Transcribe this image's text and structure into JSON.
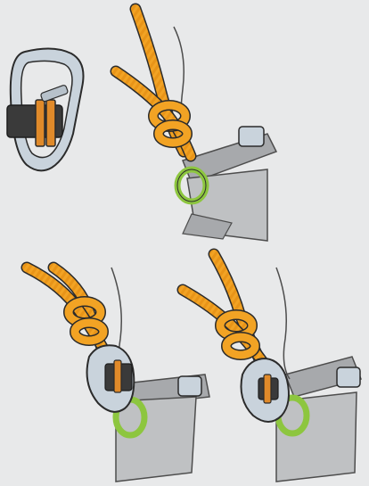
{
  "illustration": {
    "panels": [
      {
        "id": "carabiner-detail",
        "caption": ""
      },
      {
        "id": "figure-eight-tie-in",
        "caption": ""
      },
      {
        "id": "figure-eight-with-carabiner",
        "caption": ""
      },
      {
        "id": "figure-eight-with-carabiner-locked",
        "caption": ""
      }
    ],
    "colors": {
      "background": "#e8e9ea",
      "rope": "#f2a324",
      "rope_dark": "#c97a12",
      "webbing": "#a7a9ac",
      "webbing_dark": "#7f8285",
      "belay_loop": "#8dc63f",
      "carabiner": "#c9d3dc",
      "carabiner_outline": "#2b2b2b",
      "gate_lock": "#3a3a3a",
      "lock_orange": "#e08a2a"
    }
  }
}
